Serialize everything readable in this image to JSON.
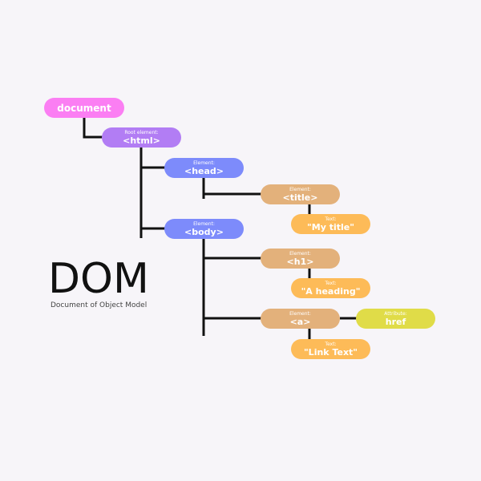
{
  "title": "DOM",
  "subtitle": "Document of Object Model",
  "colors": {
    "document": "#fb7ef3",
    "root": "#b27df4",
    "element_blue": "#7d8bfb",
    "element_tan": "#e3b17b",
    "text": "#fdbb58",
    "attribute": "#e0dc48",
    "line": "#111111"
  },
  "nodes": {
    "document": {
      "value": "document"
    },
    "html": {
      "label": "Root element:",
      "value": "<html>"
    },
    "head": {
      "label": "Element:",
      "value": "<head>"
    },
    "body": {
      "label": "Element:",
      "value": "<body>"
    },
    "title": {
      "label": "Element:",
      "value": "<title>"
    },
    "title_text": {
      "label": "Text:",
      "value": "\"My title\""
    },
    "h1": {
      "label": "Element:",
      "value": "<h1>"
    },
    "h1_text": {
      "label": "Text:",
      "value": "\"A heading\""
    },
    "a": {
      "label": "Element:",
      "value": "<a>"
    },
    "a_attr": {
      "label": "Attribute:",
      "value": "href"
    },
    "a_text": {
      "label": "Text:",
      "value": "\"Link Text\""
    }
  }
}
